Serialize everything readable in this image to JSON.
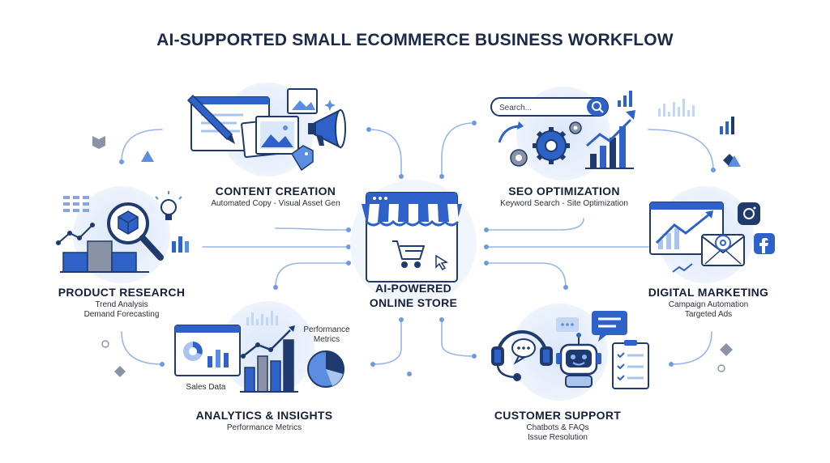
{
  "title": "AI-SUPPORTED SMALL ECOMMERCE BUSINESS WORKFLOW",
  "center": {
    "line1": "AI-POWERED",
    "line2": "ONLINE STORE"
  },
  "nodes": {
    "content_creation": {
      "title": "CONTENT CREATION",
      "subtitle": "Automated Copy - Visual Asset Gen"
    },
    "seo_optimization": {
      "title": "SEO OPTIMIZATION",
      "subtitle": "Keyword Search - Site Optimization",
      "search_placeholder": "Search..."
    },
    "product_research": {
      "title": "PRODUCT RESEARCH",
      "line1": "Trend Analysis",
      "line2": "Demand Forecasting"
    },
    "digital_marketing": {
      "title": "DIGITAL MARKETING",
      "line1": "Campaign Automation",
      "line2": "Targeted Ads"
    },
    "analytics": {
      "title": "ANALYTICS & INSIGHTS",
      "subtitle": "Performance Metrics",
      "sales_label": "Sales Data",
      "perf_line1": "Performance",
      "perf_line2": "Metrics"
    },
    "customer_support": {
      "title": "CUSTOMER SUPPORT",
      "line1": "Chatbots & FAQs",
      "line2": "Issue Resolution"
    }
  },
  "colors": {
    "primary": "#2f62c9",
    "dark": "#1e3a6e",
    "light": "#a9c4ee",
    "pale": "#e6eefb",
    "accent": "#5b8ee0"
  },
  "icons": [
    "store-icon",
    "cart-icon",
    "pen-icon",
    "image-icon",
    "megaphone-icon",
    "tag-icon",
    "search-icon",
    "gear-icon",
    "trend-arrow-icon",
    "magnifier-icon",
    "cube-icon",
    "lightbulb-icon",
    "dashboard-icon",
    "pie-chart-icon",
    "bar-chart-icon",
    "headset-icon",
    "chat-bubble-icon",
    "robot-icon",
    "checklist-icon",
    "email-icon",
    "instagram-icon",
    "facebook-icon"
  ]
}
